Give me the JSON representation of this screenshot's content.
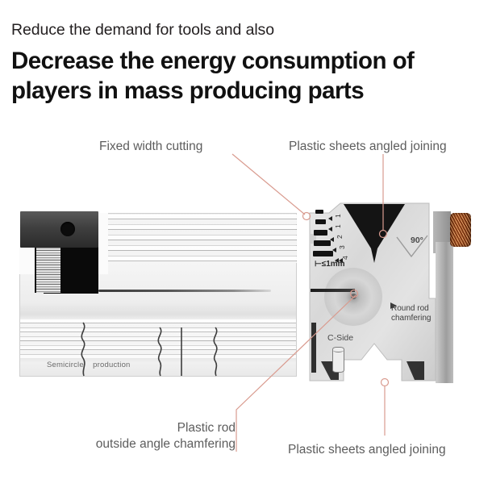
{
  "heading": {
    "kicker": "Reduce the demand for tools and also",
    "title_line1": "Decrease the energy consumption of",
    "title_line2": "players in mass producing parts"
  },
  "callouts": {
    "fixed_width_cutting": "Fixed width cutting",
    "top_right": "Plastic sheets angled joining",
    "plastic_rod_line1": "Plastic rod",
    "plastic_rod_line2": "outside angle chamfering",
    "bottom_right": "Plastic sheets angled joining"
  },
  "tool": {
    "left_block": {
      "semicircle_label_a": "Semicircle",
      "semicircle_label_b": "production"
    },
    "right_block": {
      "angle_label": "90°",
      "round_rod_line1": "Round rod",
      "round_rod_line2": "chamfering",
      "c_side_label": "C-Side",
      "thickness_label": "⊢≤1mm",
      "scale_marks": [
        "1",
        "1",
        "2",
        "3",
        "4"
      ],
      "cylinder_icon": "cylinder-icon",
      "knob_icon": "knurled-thumb-screw"
    }
  },
  "colors": {
    "leader_line": "#d99b8f",
    "heading_text": "#111111",
    "kicker_text": "#231f20",
    "callout_text": "#5d5d5d",
    "background": "#ffffff",
    "knob_copper": "#b05a25",
    "metal_light": "#efefef",
    "metal_dark": "#0a0a0a"
  }
}
